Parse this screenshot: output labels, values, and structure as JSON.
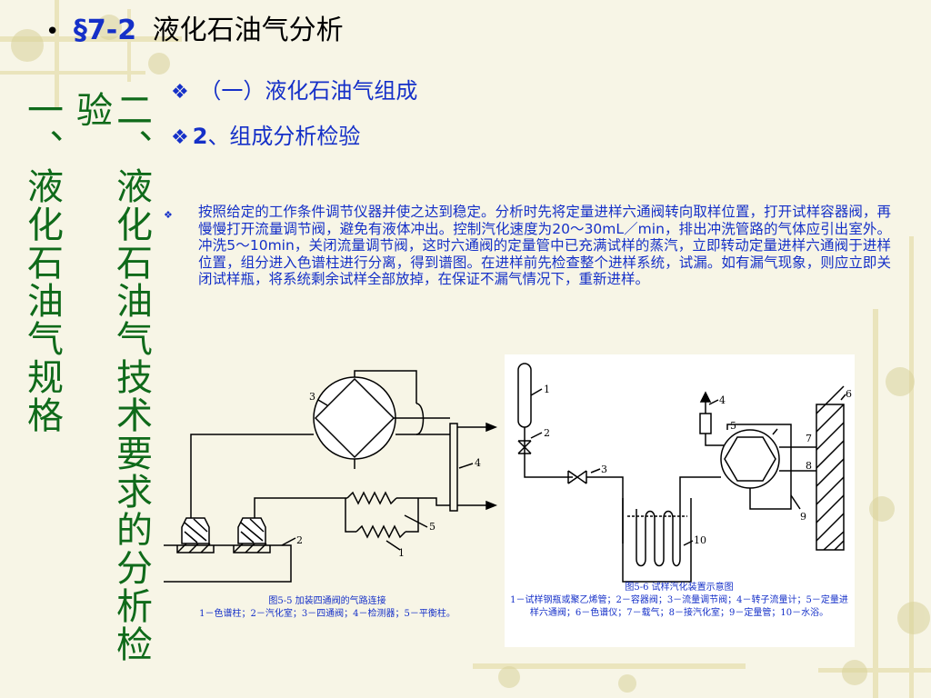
{
  "title": {
    "bullet": "•",
    "section": "§7-2",
    "text": "液化石油气分析"
  },
  "subtitles": [
    {
      "mark": "❖",
      "text": "（一）液化石油气组成"
    },
    {
      "mark": "❖",
      "number": "2",
      "text": "、组成分析检验"
    }
  ],
  "side": {
    "col1": "一、液化石油气规格",
    "col2": "二、液化石油气技术要求的分析检验"
  },
  "paragraph": {
    "bullet": "❖",
    "text": "按照给定的工作条件调节仪器并使之达到稳定。分析时先将定量进样六通阀转向取样位置，打开试样容器阀，再慢慢打开流量调节阀，避免有液体冲出。控制汽化速度为20～30mL／min，排出冲洗管路的气体应引出室外。冲洗5～10min，关闭流量调节阀，这时六通阀的定量管中已充满试样的蒸汽，立即转动定量进样六通阀于进样位置，组分进入色谱柱进行分离，得到谱图。在进样前先检查整个进样系统，试漏。如有漏气现象，则应立即关闭试样瓶，将系统剩余试样全部放掉，在保证不漏气情况下，重新进样。"
  },
  "figure1": {
    "labels": [
      "1",
      "2",
      "3",
      "4",
      "5"
    ],
    "caption_title": "图5-5  加装四通阀的气路连接",
    "caption_desc": "1－色谱柱；2－汽化室；3－四通阀；4－检测器；5－平衡柱。"
  },
  "figure2": {
    "labels": [
      "1",
      "2",
      "3",
      "4",
      "5",
      "6",
      "7",
      "8",
      "9",
      "10"
    ],
    "caption_title": "图5-6  试样汽化装置示意图",
    "caption_desc": "1－试样钢瓶或聚乙烯管；2－容器阀；3－流量调节阀；4－转子流量计；5－定量进样六通阀；6－色谱仪；7－载气；8－接汽化室；9－定量管；10－水浴。"
  }
}
